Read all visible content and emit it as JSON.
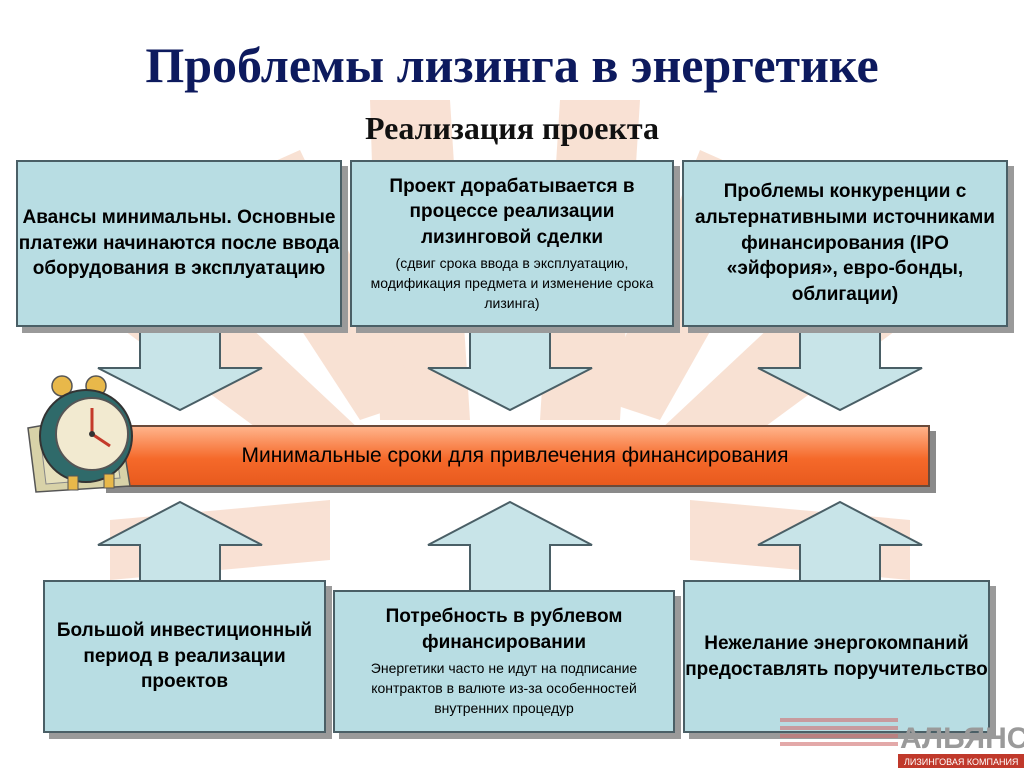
{
  "title": "Проблемы лизинга в энергетике",
  "subtitle": "Реализация проекта",
  "top_boxes": [
    {
      "main": "Авансы минимальны. Основные платежи начинаются после ввода оборудования в эксплуатацию",
      "note": ""
    },
    {
      "main": "Проект дорабатывается в процессе реализации лизинговой сделки",
      "note": "(сдвиг срока ввода в эксплуатацию, модификация предмета и изменение срока лизинга)"
    },
    {
      "main": "Проблемы конкуренции с альтернативными источниками финансирования (IPO «эйфория», евро-бонды, облигации)",
      "note": ""
    }
  ],
  "center_bar": "Минимальные сроки для привлечения финансирования",
  "bottom_boxes": [
    {
      "main": "Большой инвестиционный период в реализации проектов",
      "note": ""
    },
    {
      "main": "Потребность в рублевом финансировании",
      "note": "Энергетики часто не идут на подписание контрактов в валюте из-за особенностей внутренних процедур"
    },
    {
      "main": "Нежелание энергокомпаний предоставлять поручительство",
      "note": ""
    }
  ],
  "logo": {
    "word": "АЛЬЯНС",
    "tagline": "ЛИЗИНГОВАЯ КОМПАНИЯ"
  },
  "colors": {
    "box_fill": "#b8dde3",
    "bar_fill": "#f5692a",
    "title": "#0d1a5e"
  }
}
